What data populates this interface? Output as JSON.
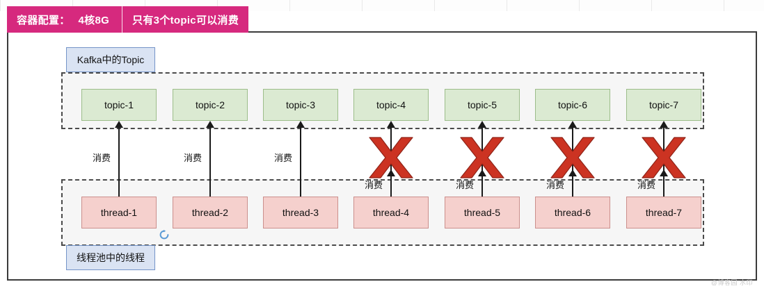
{
  "banner": {
    "config_label": "容器配置：",
    "config_value": "4核8G",
    "note": "只有3个topic可以消费",
    "bg_color": "#d6297e",
    "text_color": "#ffffff"
  },
  "legend": {
    "topic_chip": "Kafka中的Topic",
    "thread_chip": "线程池中的线程",
    "chip_fill": "#dae3f3",
    "chip_border": "#7494c8"
  },
  "topics": {
    "fill": "#dbead2",
    "border": "#9cbd8a",
    "items": [
      {
        "label": "topic-1"
      },
      {
        "label": "topic-2"
      },
      {
        "label": "topic-3"
      },
      {
        "label": "topic-4"
      },
      {
        "label": "topic-5"
      },
      {
        "label": "topic-6"
      },
      {
        "label": "topic-7"
      }
    ]
  },
  "threads": {
    "fill": "#f5d0cd",
    "border": "#cb8f8c",
    "items": [
      {
        "label": "thread-1"
      },
      {
        "label": "thread-2"
      },
      {
        "label": "thread-3"
      },
      {
        "label": "thread-4"
      },
      {
        "label": "thread-5"
      },
      {
        "label": "thread-6"
      },
      {
        "label": "thread-7"
      }
    ]
  },
  "connections": [
    {
      "from": "thread-1",
      "to": "topic-1",
      "label": "消费",
      "blocked": false
    },
    {
      "from": "thread-2",
      "to": "topic-2",
      "label": "消费",
      "blocked": false
    },
    {
      "from": "thread-3",
      "to": "topic-3",
      "label": "消费",
      "blocked": false
    },
    {
      "from": "thread-4",
      "to": "topic-4",
      "label": "消费",
      "blocked": true
    },
    {
      "from": "thread-5",
      "to": "topic-5",
      "label": "消费",
      "blocked": true
    },
    {
      "from": "thread-6",
      "to": "topic-6",
      "label": "消费",
      "blocked": true
    },
    {
      "from": "thread-7",
      "to": "topic-7",
      "label": "消费",
      "blocked": true
    }
  ],
  "blocked_marker": {
    "icon": "x-mark-icon",
    "color": "#cc3322"
  },
  "refresh_icon": {
    "icon": "refresh-icon",
    "color": "#5b9bd5"
  },
  "watermark": {
    "text": "@博客园 水印"
  }
}
